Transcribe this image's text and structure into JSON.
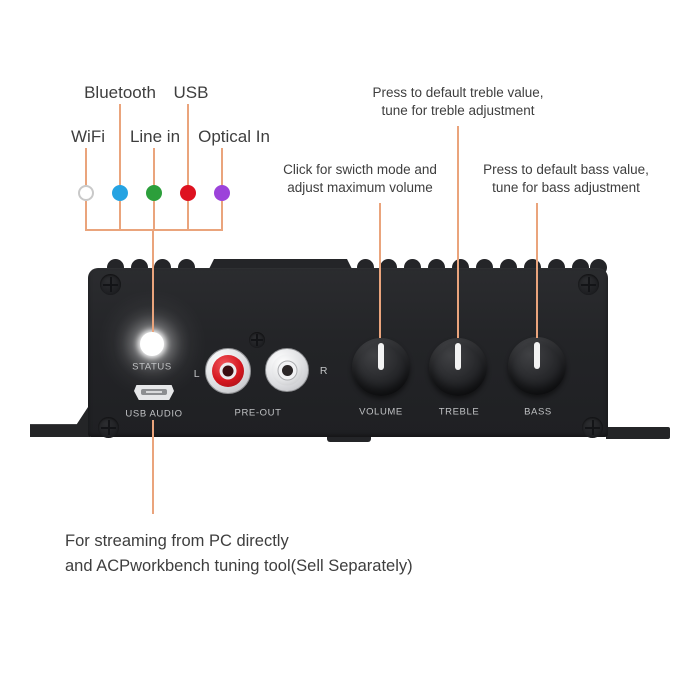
{
  "status_legend": {
    "bluetooth": "Bluetooth",
    "usb": "USB",
    "wifi": "WiFi",
    "line_in": "Line in",
    "optical_in": "Optical In"
  },
  "annotations": {
    "treble_note_line1": "Press to default treble value,",
    "treble_note_line2": "tune for treble adjustment",
    "volume_note_line1": "Click for swicth mode and",
    "volume_note_line2": "adjust maximum volume",
    "bass_note_line1": "Press to default bass value,",
    "bass_note_line2": "tune for bass adjustment",
    "usb_note_line1": "For streaming from PC directly",
    "usb_note_line2": "and ACPworkbench tuning tool(Sell Separately)"
  },
  "device": {
    "front_panel": {
      "status_label": "STATUS",
      "usb_audio_label": "USB AUDIO",
      "left_channel_label": "L",
      "right_channel_label": "R",
      "pre_out_label": "PRE-OUT",
      "volume_label": "VOLUME",
      "treble_label": "TREBLE",
      "bass_label": "BASS"
    }
  },
  "colors": {
    "accent_line": "#EAA47C",
    "text": "#3E3E3E",
    "panel_label": "#C0C2C4",
    "wifi_dot": "#FFFFFF",
    "bluetooth_dot": "#25A3E2",
    "line_in_dot": "#2C9F3B",
    "usb_dot": "#DE1220",
    "optical_in_dot": "#9C43DA",
    "rca_left_color": "#D5171F"
  }
}
